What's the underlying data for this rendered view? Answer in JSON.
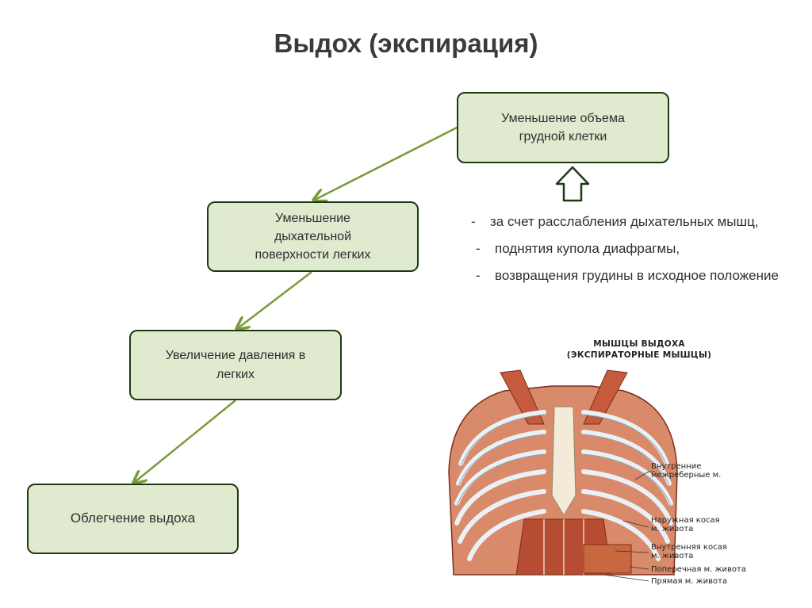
{
  "title": "Выдох (экспирация)",
  "boxes": {
    "decrease_chest_volume": "Уменьшение объема\nгрудной клетки",
    "decrease_lung_surface": "Уменьшение\nдыхательной\nповерхности легких",
    "increase_lung_pressure": "Увеличение давления в\nлегких",
    "easier_exhale": "Облегчение выдоха"
  },
  "causes": [
    "за счет расслабления дыхательных мышц,",
    "поднятия купола диафрагмы,",
    "возвращения грудины в исходное положение"
  ],
  "illustration": {
    "title_line1": "МЫШЦЫ ВЫДОХА",
    "title_line2": "(ЭКСПИРАТОРНЫЕ МЫШЦЫ)",
    "labels": [
      "Внутренние\nмежреберные м.",
      "Наружная косая\nм. живота",
      "Внутренняя косая\nм. живота",
      "Поперечная м. живота",
      "Прямая м. живота"
    ]
  },
  "colors": {
    "box_fill": "#dfeacf",
    "box_border": "#1f3a13",
    "arrow": "#7a9a3a",
    "muscle": "#c65a3c"
  }
}
